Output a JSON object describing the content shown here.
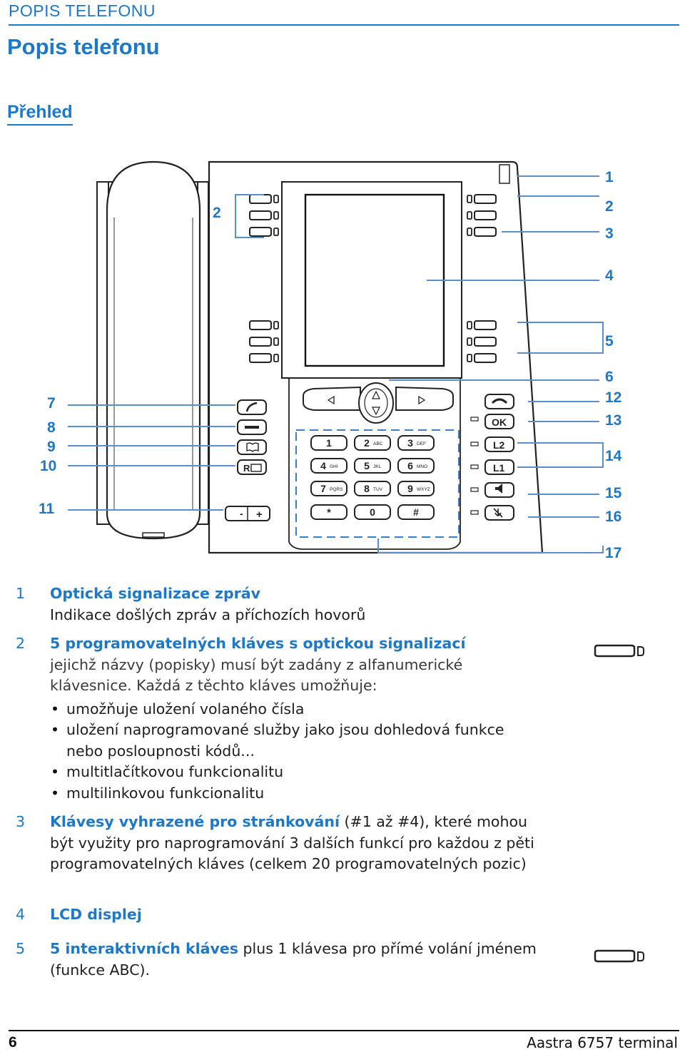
{
  "header": {
    "running_head": "POPIS TELEFONU",
    "page_title": "Popis telefonu",
    "section_title": "Přehled"
  },
  "callouts": [
    "1",
    "2",
    "3",
    "4",
    "5",
    "6",
    "7",
    "8",
    "9",
    "10",
    "11",
    "12",
    "13",
    "14",
    "15",
    "16",
    "17"
  ],
  "keypad": {
    "keys": [
      {
        "digit": "1",
        "letters": ""
      },
      {
        "digit": "2",
        "letters": "ABC"
      },
      {
        "digit": "3",
        "letters": "DEF"
      },
      {
        "digit": "4",
        "letters": "GHI"
      },
      {
        "digit": "5",
        "letters": "JKL"
      },
      {
        "digit": "6",
        "letters": "MNO"
      },
      {
        "digit": "7",
        "letters": "PQRS"
      },
      {
        "digit": "8",
        "letters": "TUV"
      },
      {
        "digit": "9",
        "letters": "WXYZ"
      },
      {
        "digit": "*",
        "letters": ""
      },
      {
        "digit": "0",
        "letters": ""
      },
      {
        "digit": "#",
        "letters": ""
      }
    ],
    "right_keys": [
      "OK",
      "L2",
      "L1"
    ],
    "left_keys": [
      "R"
    ],
    "volume": [
      "-",
      "+"
    ]
  },
  "descriptions": [
    {
      "num": "1",
      "title": "Optická signalizace zpráv",
      "text": "Indikace došlých zpráv a příchozích hovorů"
    },
    {
      "num": "2",
      "title": "5 programovatelných kláves s optickou signalizací",
      "text": "jejichž názvy (popisky) musí být zadány z alfanumerické klávesnice. Každá z těchto kláves umožňuje:",
      "bullets": [
        "umožňuje uložení volaného čísla",
        "uložení naprogramované služby jako jsou dohledová funkce nebo posloupnosti kódů...",
        "multitlačítkovou funkcionalitu",
        "multilinkovou funkcionalitu"
      ]
    },
    {
      "num": "3",
      "title": "Klávesy vyhrazené pro stránkování",
      "text": "(#1 až #4), které mohou být využity pro naprogramování 3 dalších funkcí pro každou z pěti programovatelných kláves (celkem 20 programovatelných pozic)"
    },
    {
      "num": "4",
      "title": "LCD displej",
      "text": ""
    },
    {
      "num": "5",
      "title": "5 interaktivních kláves",
      "text": "plus 1 klávesa pro přímé volání jménem (funkce ABC)."
    }
  ],
  "icons": [
    "programmable-key-icon",
    "arrow-left-icon",
    "arrow-right-icon",
    "arrow-up-icon",
    "arrow-down-icon",
    "handset-icon",
    "hold-icon",
    "directory-icon",
    "message-icon",
    "release-icon",
    "speaker-icon",
    "mute-icon"
  ],
  "footer": {
    "page_number": "6",
    "text": "Aastra 6757 terminal"
  }
}
